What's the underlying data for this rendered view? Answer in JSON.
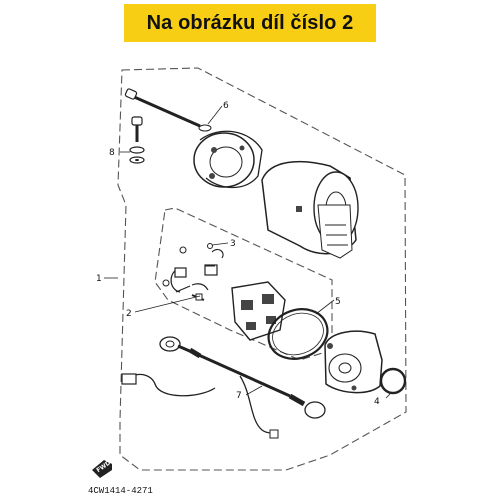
{
  "header": {
    "banner_text": "Na obrázku díl číslo 2",
    "banner_color": "#f7ce14"
  },
  "diagram": {
    "callouts": [
      "1",
      "2",
      "3",
      "4",
      "5",
      "6",
      "7",
      "8"
    ],
    "fwd_label": "FWD",
    "drawing_code": "4CW1414-4271"
  }
}
